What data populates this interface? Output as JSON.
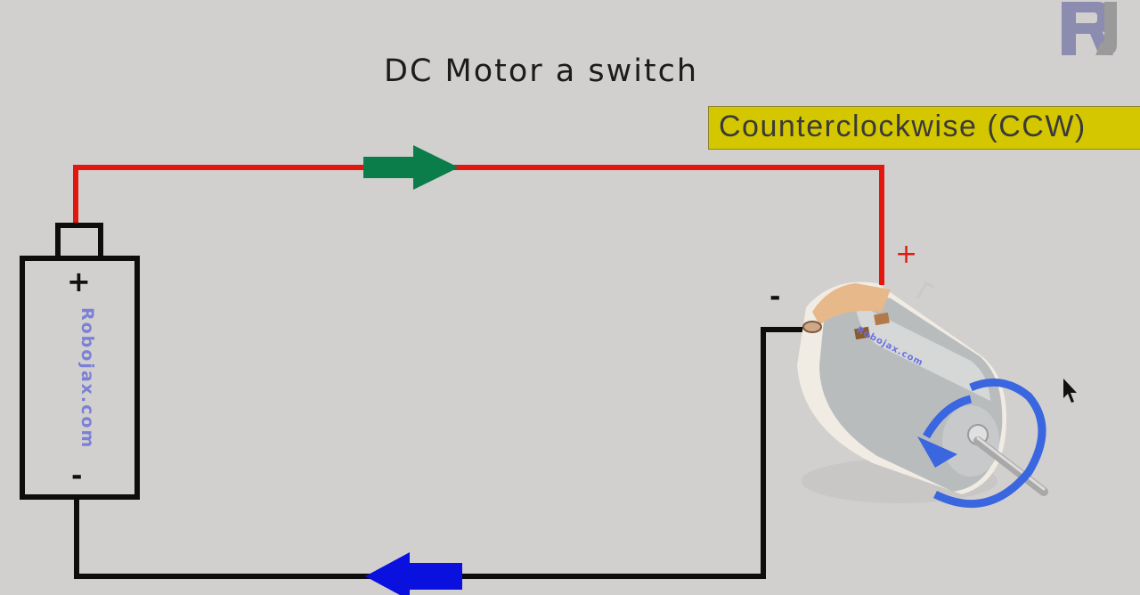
{
  "diagram": {
    "title": "DC Motor a switch",
    "direction_label": "Counterclockwise (CCW)",
    "logo_text": "RJ",
    "battery": {
      "label": "Robojax.com",
      "positive_symbol": "+",
      "negative_symbol": "-"
    },
    "motor": {
      "label": "Robojax.com",
      "positive_symbol": "+",
      "negative_symbol": "-",
      "rotation": "counterclockwise"
    },
    "current_arrows": [
      {
        "wire": "positive",
        "direction": "right",
        "color": "#0b7d4a"
      },
      {
        "wire": "negative",
        "direction": "left",
        "color": "#0a10dd"
      }
    ],
    "colors": {
      "positive_wire": "#e2180f",
      "negative_wire": "#0d0d0d",
      "label_box": "#d4c700",
      "rotation_arrow": "#3a66e0",
      "background": "#d1d0ce"
    }
  }
}
